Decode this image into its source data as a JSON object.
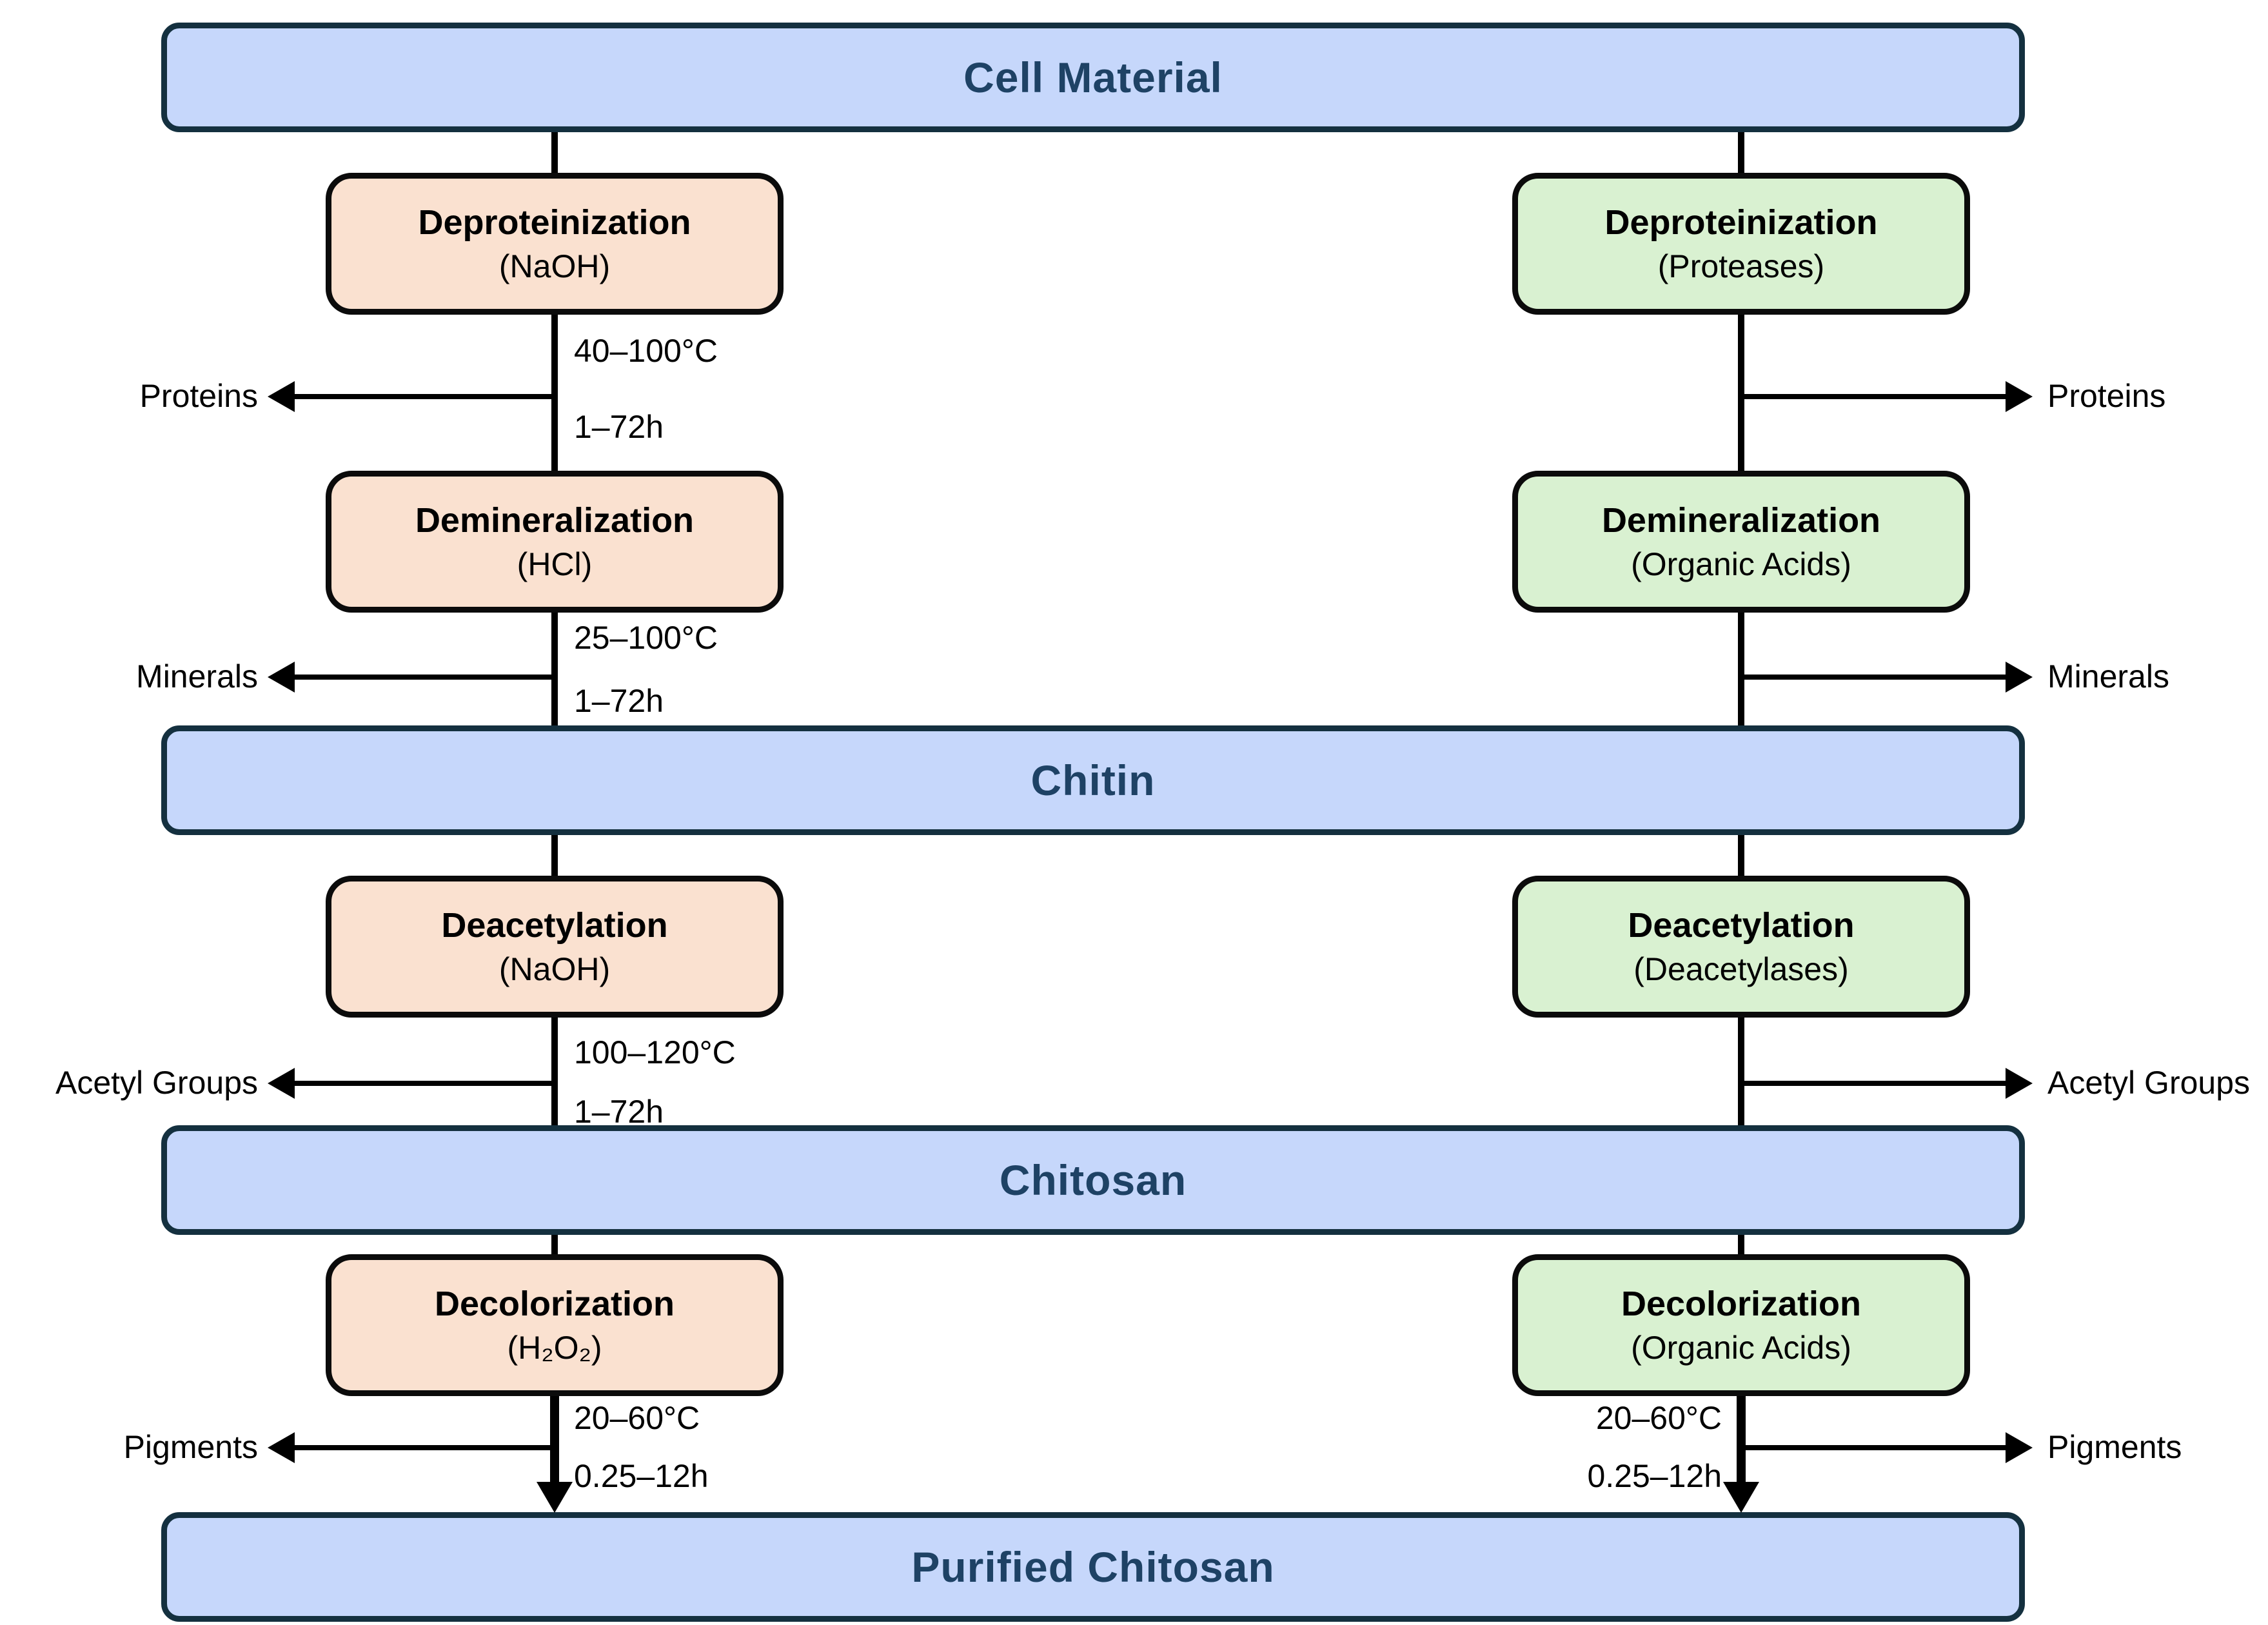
{
  "title": "Chitosan production flowchart",
  "banners": [
    {
      "label": "Cell Material"
    },
    {
      "label": "Chitin"
    },
    {
      "label": "Chitosan"
    },
    {
      "label": "Purified Chitosan"
    }
  ],
  "columns": {
    "left": {
      "route": "chemical-route",
      "stages": [
        {
          "title": "Deproteinization",
          "reagent": "(NaOH)",
          "temp": "40–100°C",
          "time": "1–72h",
          "byproduct": "Proteins"
        },
        {
          "title": "Demineralization",
          "reagent": "(HCl)",
          "temp": "25–100°C",
          "time": "1–72h",
          "byproduct": "Minerals"
        },
        {
          "title": "Deacetylation",
          "reagent": "(NaOH)",
          "temp": "100–120°C",
          "time": "1–72h",
          "byproduct": "Acetyl Groups"
        },
        {
          "title": "Decolorization",
          "reagent": "(H₂O₂)",
          "temp": "20–60°C",
          "time": "0.25–12h",
          "byproduct": "Pigments"
        }
      ]
    },
    "right": {
      "route": "biological-route",
      "stages": [
        {
          "title": "Deproteinization",
          "reagent": "(Proteases)",
          "byproduct": "Proteins"
        },
        {
          "title": "Demineralization",
          "reagent": "(Organic Acids)",
          "byproduct": "Minerals"
        },
        {
          "title": "Deacetylation",
          "reagent": "(Deacetylases)",
          "byproduct": "Acetyl Groups"
        },
        {
          "title": "Decolorization",
          "reagent": "(Organic Acids)",
          "temp": "20–60°C",
          "time": "0.25–12h",
          "byproduct": "Pigments"
        }
      ]
    }
  },
  "colors": {
    "banner_fill": "#C6D7FB",
    "banner_border": "#14303F",
    "banner_text": "#1E4265",
    "left_box_fill": "#FAE1D0",
    "right_box_fill": "#D9F1D1",
    "box_border": "#0b0b0b",
    "line_color": "#000000",
    "background": "#ffffff"
  }
}
